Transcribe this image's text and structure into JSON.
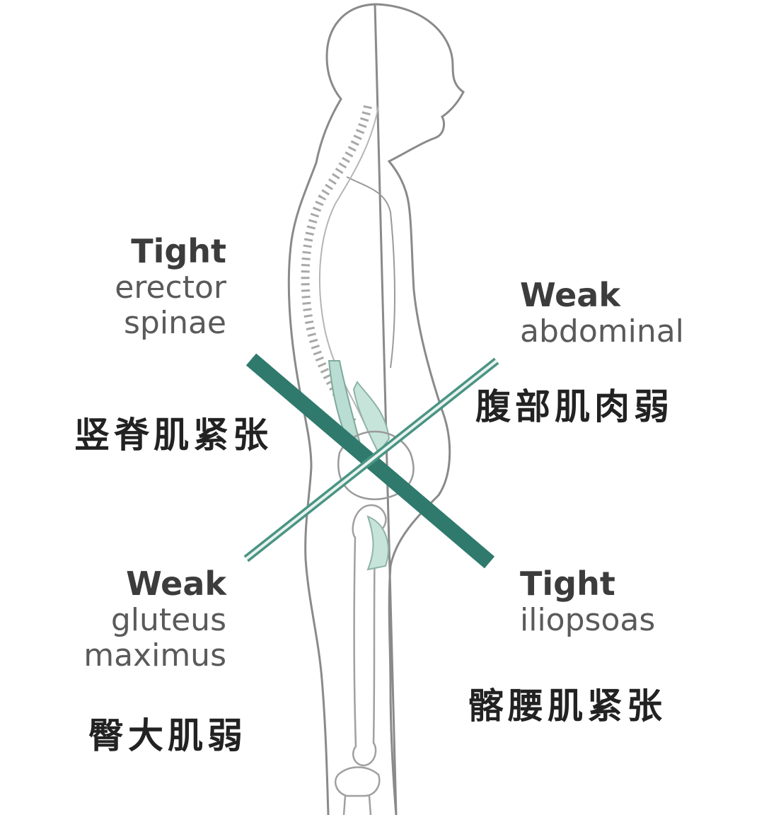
{
  "labels": {
    "top_left": {
      "state": "Tight",
      "muscle": "erector spinae",
      "muscle_line1": "erector",
      "muscle_line2": "spinae",
      "cn": "竖脊肌紧张"
    },
    "top_right": {
      "state": "Weak",
      "muscle": "abdominal",
      "cn": "腹部肌肉弱"
    },
    "bottom_left": {
      "state": "Weak",
      "muscle": "gluteus maximus",
      "muscle_line1": "gluteus",
      "muscle_line2": "maximus",
      "cn": "臀大肌弱"
    },
    "bottom_right": {
      "state": "Tight",
      "muscle": "iliopsoas",
      "cn": "髂腰肌紧张"
    }
  },
  "colors": {
    "tight_line": "#2f7a6c",
    "weak_line": "#4a9483",
    "outline": "#8a8a8a",
    "muscle_shade": "#b9ddd2"
  }
}
